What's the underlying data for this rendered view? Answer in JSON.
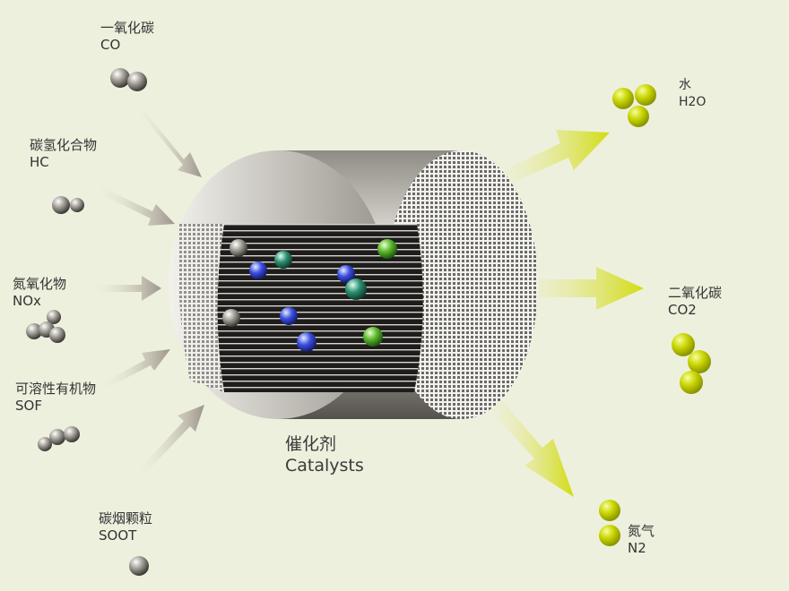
{
  "inputs": [
    {
      "cn": "一氧化碳",
      "en": "CO"
    },
    {
      "cn": "碳氢化合物",
      "en": "HC"
    },
    {
      "cn": "氮氧化物",
      "en": "NOx"
    },
    {
      "cn": "可溶性有机物",
      "en": "SOF"
    },
    {
      "cn": "碳烟颗粒",
      "en": "SOOT"
    }
  ],
  "catalyst": {
    "cn": "催化剂",
    "en": "Catalysts"
  },
  "outputs": [
    {
      "cn": "水",
      "en": "H2O"
    },
    {
      "cn": "二氧化碳",
      "en": "CO2"
    },
    {
      "cn": "氮气",
      "en": "N2"
    }
  ],
  "colors": {
    "background": "#eef0de",
    "product": "#c8d400",
    "arrow_in": "#a79e93",
    "arrow_out": "#d4de1a"
  }
}
